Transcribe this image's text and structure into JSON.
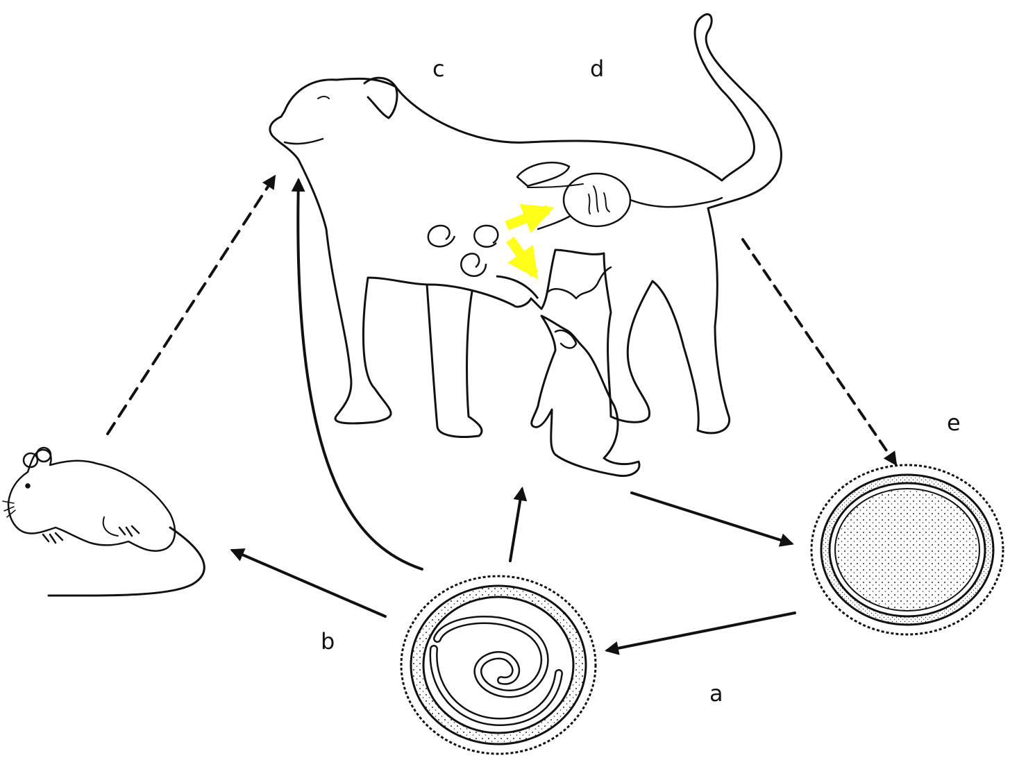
{
  "diagram": {
    "labels": {
      "a": "a",
      "b": "b",
      "c": "c",
      "d": "d",
      "e": "e"
    },
    "colors": {
      "line": "#111111",
      "highlight_arrow": "#ffff1a",
      "background": "#ffffff"
    },
    "icons": [
      "dog-icon",
      "puppy-icon",
      "rodent-icon",
      "embryonated-egg-icon",
      "unembryonated-egg-icon",
      "larva-icon"
    ]
  }
}
